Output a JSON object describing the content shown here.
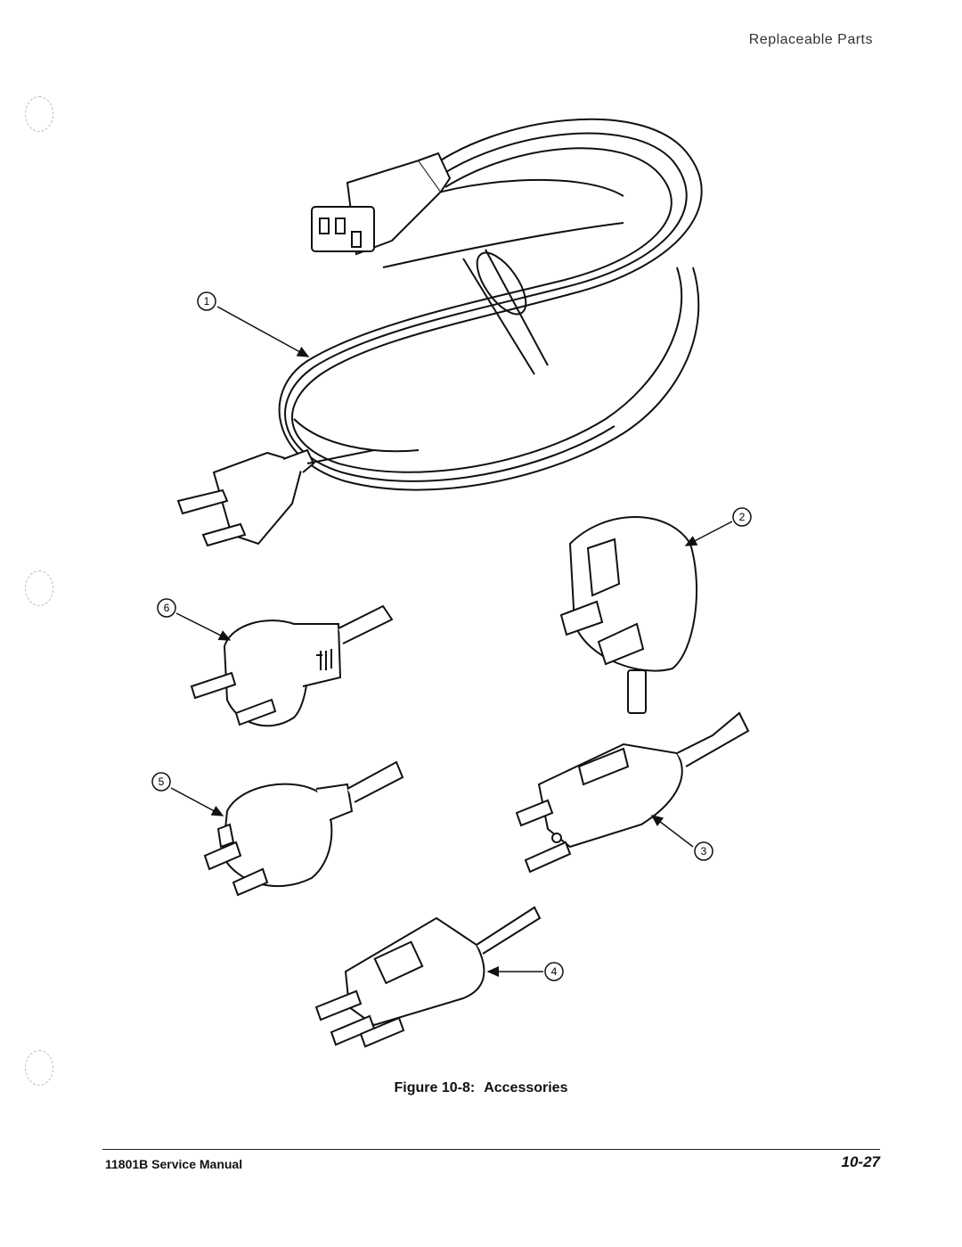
{
  "header": {
    "section_title": "Replaceable Parts"
  },
  "figure": {
    "label": "Figure 10-8:",
    "title": "Accessories",
    "callouts": [
      "1",
      "2",
      "3",
      "4",
      "5",
      "6"
    ]
  },
  "footer": {
    "manual_title": "11801B Service Manual",
    "page_number": "10-27"
  }
}
